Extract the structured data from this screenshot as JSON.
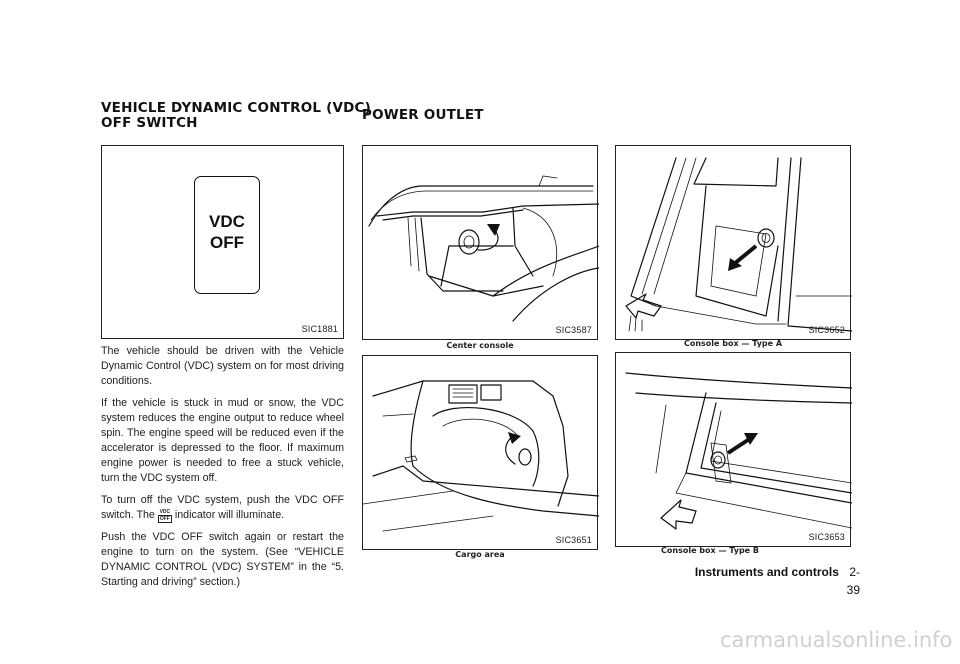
{
  "headings": {
    "vdc": "VEHICLE DYNAMIC CONTROL (VDC)\nOFF SWITCH",
    "power_outlet": "POWER OUTLET"
  },
  "vdc_switch": {
    "line1": "VDC",
    "line2": "OFF",
    "code": "SIC1881"
  },
  "vdc_body": {
    "p1": "The vehicle should be driven with the Vehicle Dynamic Control (VDC) system on for most driving conditions.",
    "p2": "If the vehicle is stuck in mud or snow, the VDC system reduces the engine output to reduce wheel spin. The engine speed will be reduced even if the accelerator is depressed to the floor. If maximum engine power is needed to free a stuck vehicle, turn the VDC system off.",
    "p3_start": "To turn off the VDC system, push the VDC OFF switch. The",
    "p3_icon_top": "VDC",
    "p3_icon_bottom": "OFF",
    "p3_end": "indicator will illuminate.",
    "p4": "Push the VDC OFF switch again or restart the engine to turn on the system. (See “VEHICLE DYNAMIC CONTROL (VDC) SYSTEM” in the “5. Starting and driving” section.)"
  },
  "figures": {
    "center_console": {
      "code": "SIC3587",
      "caption": "Center console"
    },
    "console_a": {
      "code": "SIC3652",
      "caption": "Console box — Type A"
    },
    "cargo_area": {
      "code": "SIC3651",
      "caption": "Cargo area"
    },
    "console_b": {
      "code": "SIC3653",
      "caption": "Console box — Type B"
    }
  },
  "footer": {
    "section": "Instruments and controls",
    "page": "2-39"
  },
  "watermark": "carmanualsonline.info"
}
